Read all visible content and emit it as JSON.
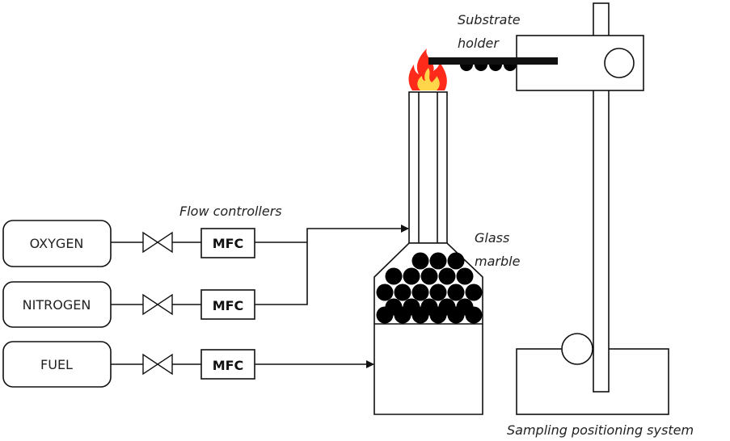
{
  "sources": [
    {
      "label": "OXYGEN"
    },
    {
      "label": "NITROGEN"
    },
    {
      "label": "FUEL"
    }
  ],
  "controllers": {
    "heading": "Flow controllers",
    "unit_label": "MFC"
  },
  "labels": {
    "substrate_1": "Substrate",
    "substrate_2": "holder",
    "glass_1": "Glass",
    "glass_2": "marble",
    "sampling": "Sampling positioning system"
  },
  "colors": {
    "line": "#111111",
    "flame_outer": "#ff2a1a",
    "flame_inner": "#ffd54a"
  }
}
